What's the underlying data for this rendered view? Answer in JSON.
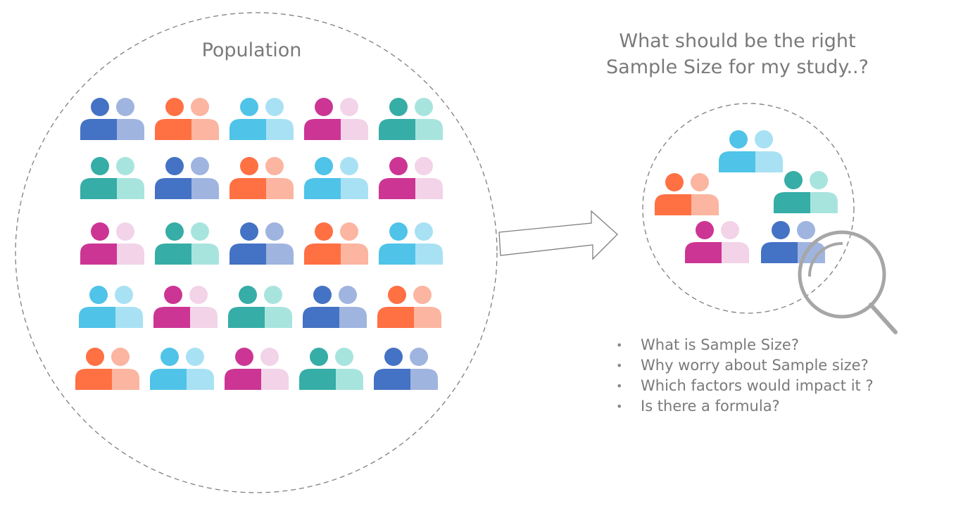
{
  "population": {
    "label": "Population",
    "rows": [
      [
        "blue",
        "orange",
        "cyan",
        "magenta",
        "teal"
      ],
      [
        "teal",
        "blue",
        "orange",
        "cyan",
        "magenta"
      ],
      [
        "magenta",
        "teal",
        "blue",
        "orange",
        "cyan"
      ],
      [
        "cyan",
        "magenta",
        "teal",
        "blue",
        "orange"
      ],
      [
        "orange",
        "cyan",
        "magenta",
        "teal",
        "blue"
      ]
    ]
  },
  "sample": {
    "groups": [
      "cyan",
      "orange",
      "teal",
      "magenta",
      "blue"
    ]
  },
  "question": {
    "line1": "What should be the right",
    "line2": "Sample Size for my study..?"
  },
  "bullets": [
    "What is Sample Size?",
    "Why worry about Sample size?",
    "Which factors would impact it ?",
    "Is there a formula?"
  ],
  "palette": {
    "blue": {
      "dark": "#4472C4",
      "light": "#9FB4DF"
    },
    "orange": {
      "dark": "#FF7043",
      "light": "#FBB5A0"
    },
    "cyan": {
      "dark": "#4FC3E8",
      "light": "#A8E1F4"
    },
    "magenta": {
      "dark": "#CC3594",
      "light": "#F2D3E8"
    },
    "teal": {
      "dark": "#36ADA6",
      "light": "#A8E4DE"
    }
  },
  "colors": {
    "text": "#7a7a7a",
    "dashed_outline": "#7f7f7f",
    "arrow_outline": "#7f7f7f",
    "magnifier": "#a6a6a6"
  }
}
